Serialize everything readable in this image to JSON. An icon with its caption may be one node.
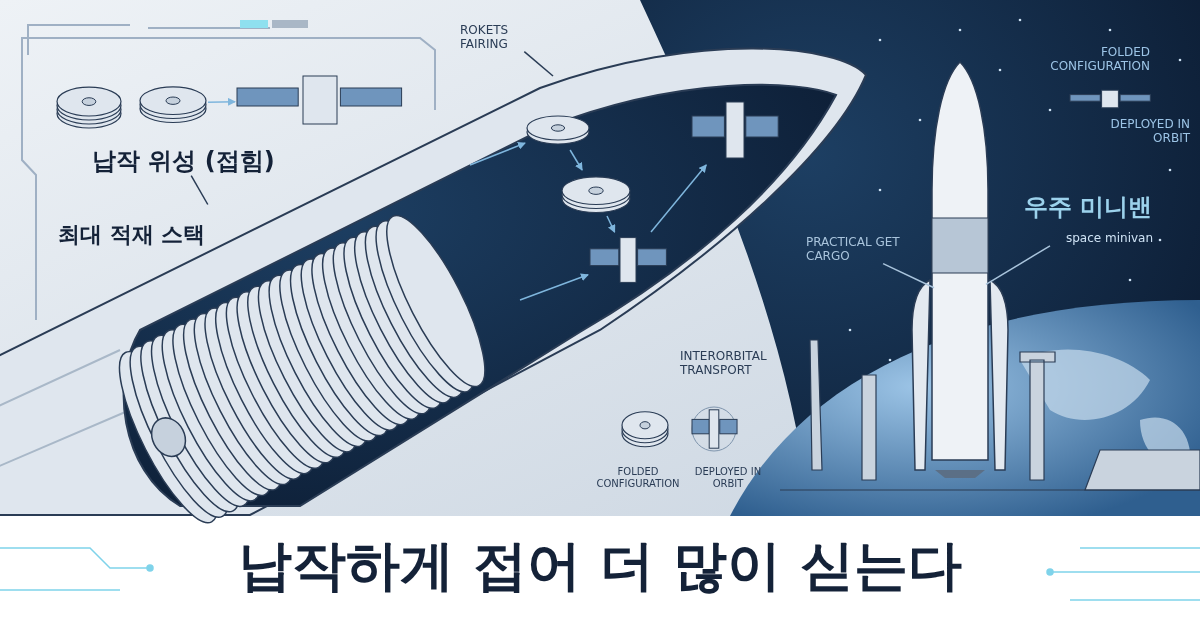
{
  "diagram": {
    "title": "납작하게 접어 더 많이 싣는다",
    "nodes": [
      {
        "text": [
          "ROKETS FAIRING"
        ]
      },
      {
        "text": [
          "납작 위성 (접힘)"
        ]
      },
      {
        "text": [],
        "shape": "picture"
      },
      {
        "text": [
          "PRACTICAL GET CARGO"
        ]
      },
      {
        "text": [],
        "shape": "picture"
      },
      {
        "text": [
          "우주 미니밴",
          "space minivan"
        ]
      },
      {
        "text": [],
        "shape": "picture"
      },
      {
        "text": [],
        "shape": "picture"
      },
      {
        "text": [],
        "shape": "picture"
      },
      {
        "text": [],
        "shape": "picture"
      },
      {
        "text": [],
        "shape": "picture"
      },
      {
        "text": [],
        "shape": "picture"
      },
      {
        "text": [],
        "shape": "picture"
      }
    ],
    "edges": [
      {
        "from": 0,
        "to": null,
        "arrow": "none",
        "color": "#2a3c55"
      },
      {
        "from": 1,
        "to": 2,
        "arrow": "none",
        "color": "#2a3c55"
      },
      {
        "from": 3,
        "to": 4,
        "arrow": "none",
        "color": "#a9c4dc"
      },
      {
        "from": 5,
        "to": 4,
        "arrow": "none",
        "color": "#a9c4dc"
      },
      {
        "from": null,
        "to": 6,
        "arrow": "to"
      },
      {
        "from": 6,
        "to": 7,
        "arrow": "to"
      },
      {
        "from": 7,
        "to": 8,
        "arrow": "to"
      },
      {
        "from": null,
        "to": 8,
        "arrow": "to"
      },
      {
        "from": 8,
        "to": 9,
        "arrow": "to"
      },
      {
        "from": 11,
        "to": 12,
        "arrow": "to"
      }
    ],
    "labels": [
      "최대 적재 스택",
      "FOLDED CONFIGURATION",
      "DEPLOYED IN ORBIT",
      "INTERORBITAL TRANSPORT",
      "FOLDED CONFIGURATION",
      "DEPLOYED IN ORBIT"
    ]
  }
}
